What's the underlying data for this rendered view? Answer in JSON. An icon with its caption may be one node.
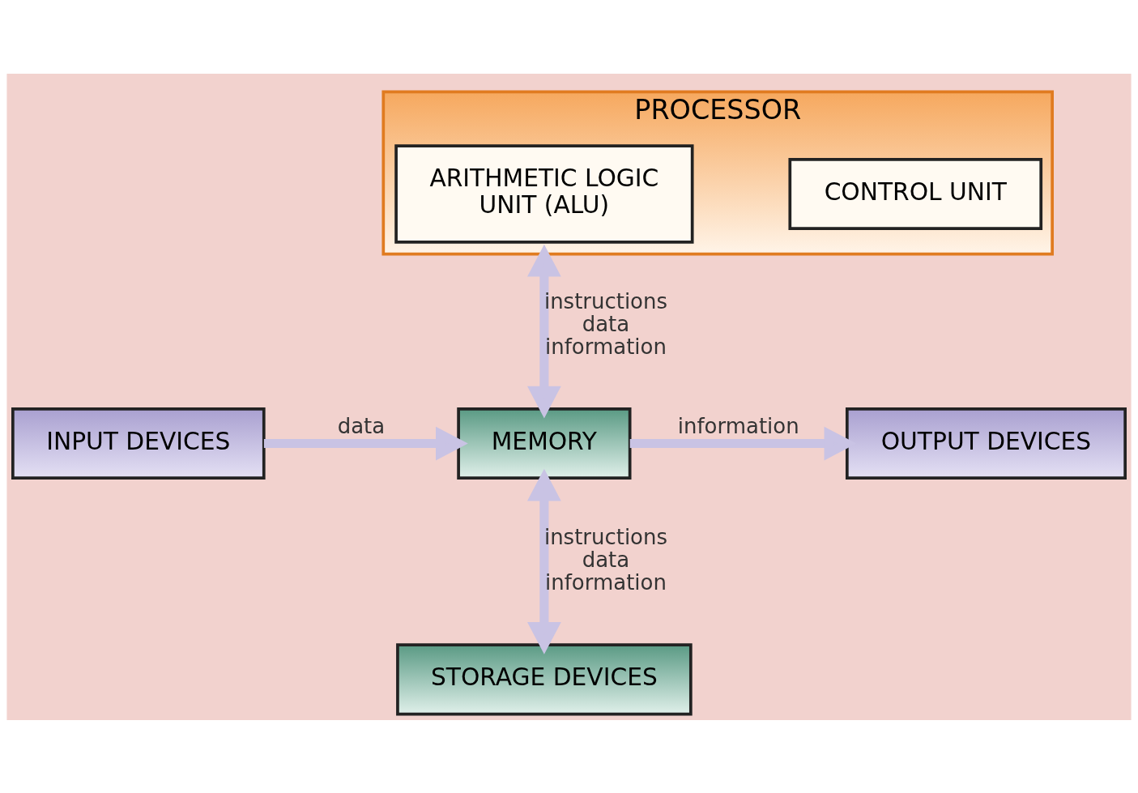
{
  "diagram": {
    "nodes": [
      {
        "text": [
          "PROCESSOR"
        ]
      },
      {
        "text": [
          "CONTROL UNIT"
        ],
        "in": 0
      },
      {
        "text": [
          "ARITHMETIC LOGIC UNIT (ALU)"
        ],
        "in": 0
      },
      {
        "text": [
          "INPUT DEVICES"
        ]
      },
      {
        "text": [
          "MEMORY"
        ]
      },
      {
        "text": [
          "OUTPUT DEVICES"
        ]
      },
      {
        "text": [
          "STORAGE DEVICES"
        ]
      }
    ],
    "edges": [
      {
        "from": 0,
        "to": 4,
        "arrow": "both",
        "label": "instructions data information"
      },
      {
        "from": 3,
        "to": 4,
        "arrow": "to",
        "label": "data"
      },
      {
        "from": 4,
        "to": 5,
        "arrow": "to",
        "label": "information"
      },
      {
        "from": 4,
        "to": 6,
        "arrow": "both",
        "label": "instructions data information"
      }
    ]
  }
}
